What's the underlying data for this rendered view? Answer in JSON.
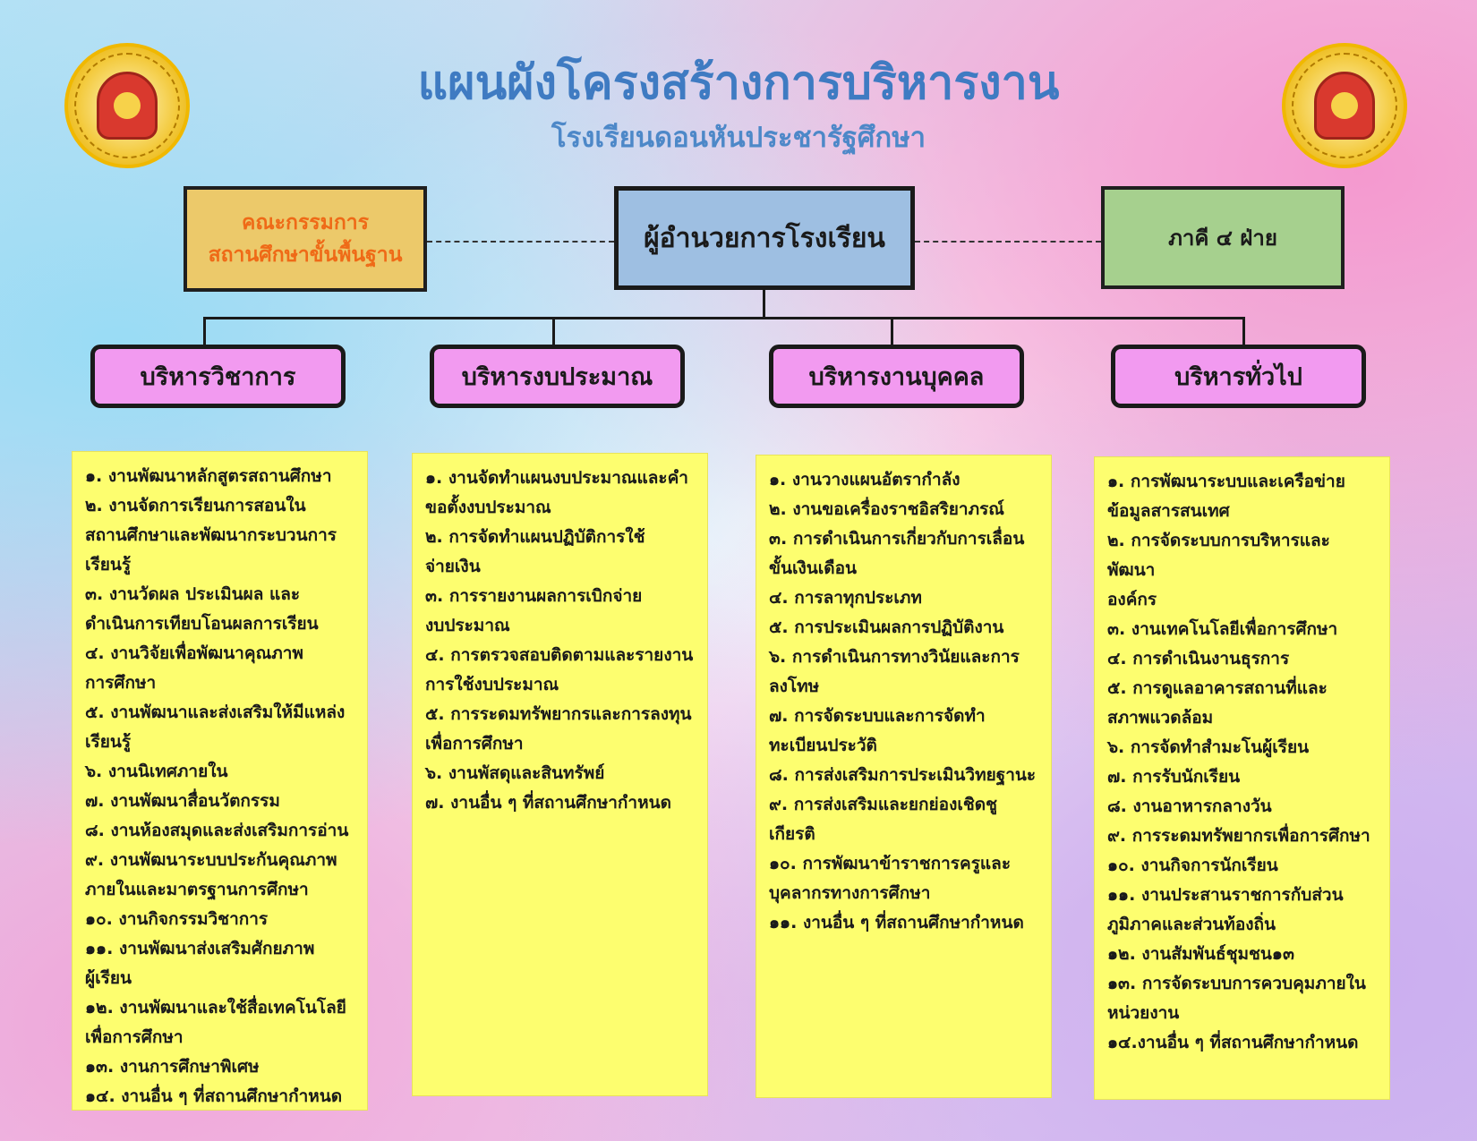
{
  "title": "แผนผังโครงสร้างการบริหารงาน",
  "subtitle": "โรงเรียนดอนหันประชารัฐศึกษา",
  "committee": {
    "line1": "คณะกรรมการ",
    "line2": "สถานศึกษาขั้นพื้นฐาน"
  },
  "director": "ผู้อำนวยการโรงเรียน",
  "partner": "ภาคี ๔ ฝ่าย",
  "departments": [
    {
      "title": "บริหารวิชาการ",
      "items": [
        "๑. งานพัฒนาหลักสูตรสถานศึกษา",
        "๒. งานจัดการเรียนการสอนใน",
        "สถานศึกษาและพัฒนากระบวนการ",
        "เรียนรู้",
        "๓. งานวัดผล ประเมินผล และ",
        "ดำเนินการเทียบโอนผลการเรียน",
        "๔. งานวิจัยเพื่อพัฒนาคุณภาพ",
        "การศึกษา",
        "๕. งานพัฒนาและส่งเสริมให้มีแหล่ง",
        "เรียนรู้",
        "๖. งานนิเทศภายใน",
        "๗. งานพัฒนาสื่อนวัตกรรม",
        "๘. งานห้องสมุดและส่งเสริมการอ่าน",
        "๙. งานพัฒนาระบบประกันคุณภาพ",
        "ภายในและมาตรฐานการศึกษา",
        "๑๐. งานกิจกรรมวิชาการ",
        "๑๑. งานพัฒนาส่งเสริมศักยภาพ",
        "ผู้เรียน",
        "๑๒. งานพัฒนาและใช้สื่อเทคโนโลยี",
        "เพื่อการศึกษา",
        "๑๓. งานการศึกษาพิเศษ",
        "๑๔. งานอื่น ๆ ที่สถานศึกษากำหนด"
      ]
    },
    {
      "title": "บริหารงบประมาณ",
      "items": [
        "๑. งานจัดทำแผนงบประมาณและคำ",
        "ขอตั้งงบประมาณ",
        "๒. การจัดทำแผนปฏิบัติการใช้",
        "จ่ายเงิน",
        "๓. การรายงานผลการเบิกจ่าย",
        "งบประมาณ",
        "๔. การตรวจสอบติดตามและรายงาน",
        "การใช้งบประมาณ",
        "๕. การระดมทรัพยากรและการลงทุน",
        "เพื่อการศึกษา",
        "๖. งานพัสดุและสินทรัพย์",
        "๗. งานอื่น ๆ ที่สถานศึกษากำหนด"
      ]
    },
    {
      "title": "บริหารงานบุคคล",
      "items": [
        "๑. งานวางแผนอัตรากำลัง",
        "๒. งานขอเครื่องราชอิสริยาภรณ์",
        "๓. การดำเนินการเกี่ยวกับการเลื่อน",
        "ขั้นเงินเดือน",
        "๔. การลาทุกประเภท",
        "๕. การประเมินผลการปฏิบัติงาน",
        "๖. การดำเนินการทางวินัยและการ",
        "ลงโทษ",
        "๗. การจัดระบบและการจัดทำ",
        "ทะเบียนประวัติ",
        "๘. การส่งเสริมการประเมินวิทยฐานะ",
        "๙. การส่งเสริมและยกย่องเชิดชูเกียรติ",
        "๑๐. การพัฒนาข้าราชการครูและ",
        "บุคลากรทางการศึกษา",
        "๑๑. งานอื่น ๆ ที่สถานศึกษากำหนด"
      ]
    },
    {
      "title": "บริหารทั่วไป",
      "items": [
        "๑. การพัฒนาระบบและเครือข่าย",
        "ข้อมูลสารสนเทศ",
        "๒. การจัดระบบการบริหารและพัฒนา",
        "องค์กร",
        "๓. งานเทคโนโลยีเพื่อการศึกษา",
        "๔. การดำเนินงานธุรการ",
        "๕. การดูแลอาคารสถานที่และ",
        "สภาพแวดล้อม",
        "๖. การจัดทำสำมะโนผู้เรียน",
        "๗. การรับนักเรียน",
        "๘. งานอาหารกลางวัน",
        "๙. การระดมทรัพยากรเพื่อการศึกษา",
        "๑๐. งานกิจการนักเรียน",
        "๑๑. งานประสานราชการกับส่วน",
        "ภูมิภาคและส่วนท้องถิ่น",
        "๑๒. งานสัมพันธ์ชุมชน๑๓",
        "๑๓. การจัดระบบการควบคุมภายใน",
        "หน่วยงาน",
        " ๑๔.งานอื่น ๆ ที่สถานศึกษากำหนด"
      ]
    }
  ]
}
